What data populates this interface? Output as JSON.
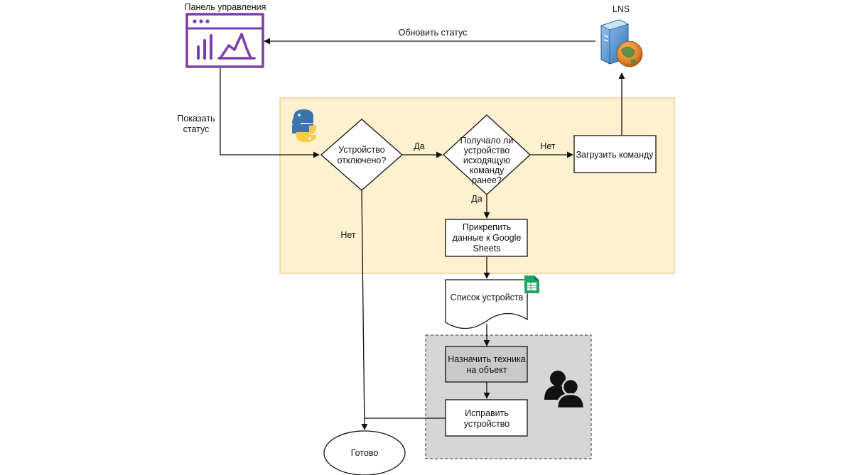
{
  "diagram": {
    "nodes": {
      "dashboard_title": "Панель управления",
      "lns_title": "LNS",
      "decision_disconnected": [
        "Устройство",
        "отключено?"
      ],
      "decision_received": [
        "Получало ли",
        "устройство",
        "исходящую",
        "команду",
        "ранее?"
      ],
      "upload_command": "Загрузить команду",
      "attach_data": [
        "Прикрепить",
        "данные к Google",
        "Sheets"
      ],
      "device_list": "Список устройств",
      "assign_technician": [
        "Назначить техника",
        "на объект"
      ],
      "fix_device": [
        "Исправить",
        "устройство"
      ],
      "done": "Готово"
    },
    "edges": {
      "update_status": "Обновить статус",
      "show_status": [
        "Показать",
        "статус"
      ],
      "yes_1": "Да",
      "no_1": "Нет",
      "yes_2": "Да",
      "no_2": "Нет"
    },
    "icons": {
      "dashboard": "dashboard-chart-icon",
      "server": "server-globe-icon",
      "python": "python-logo-icon",
      "sheets": "google-sheets-icon",
      "users": "users-icon"
    },
    "colors": {
      "python_zone_fill": "#fdf1cf",
      "python_zone_stroke": "#e8c989",
      "human_zone_fill": "#d6d6d6",
      "dashboard_purple": "#7b3fa9",
      "sheets_green": "#1fa463",
      "python_blue": "#3a75b0",
      "python_yellow": "#f5cf4a"
    }
  }
}
